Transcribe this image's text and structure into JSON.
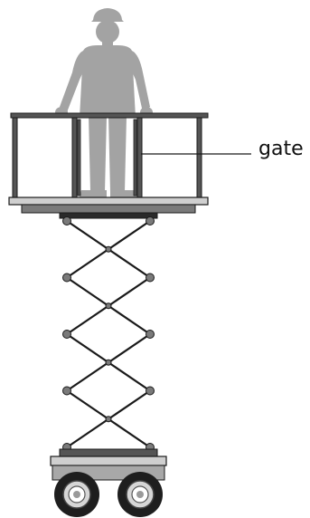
{
  "labels": {
    "gate": "gate"
  },
  "colors": {
    "line": "#1a1a1a",
    "metal_dark": "#555555",
    "metal_mid": "#7a7a7a",
    "metal_light": "#cfcfcf",
    "figure": "#a3a3a3",
    "tire": "#1e1e1e"
  },
  "diagram": {
    "subject": "scissor-lift",
    "scissor_levels": 4
  }
}
